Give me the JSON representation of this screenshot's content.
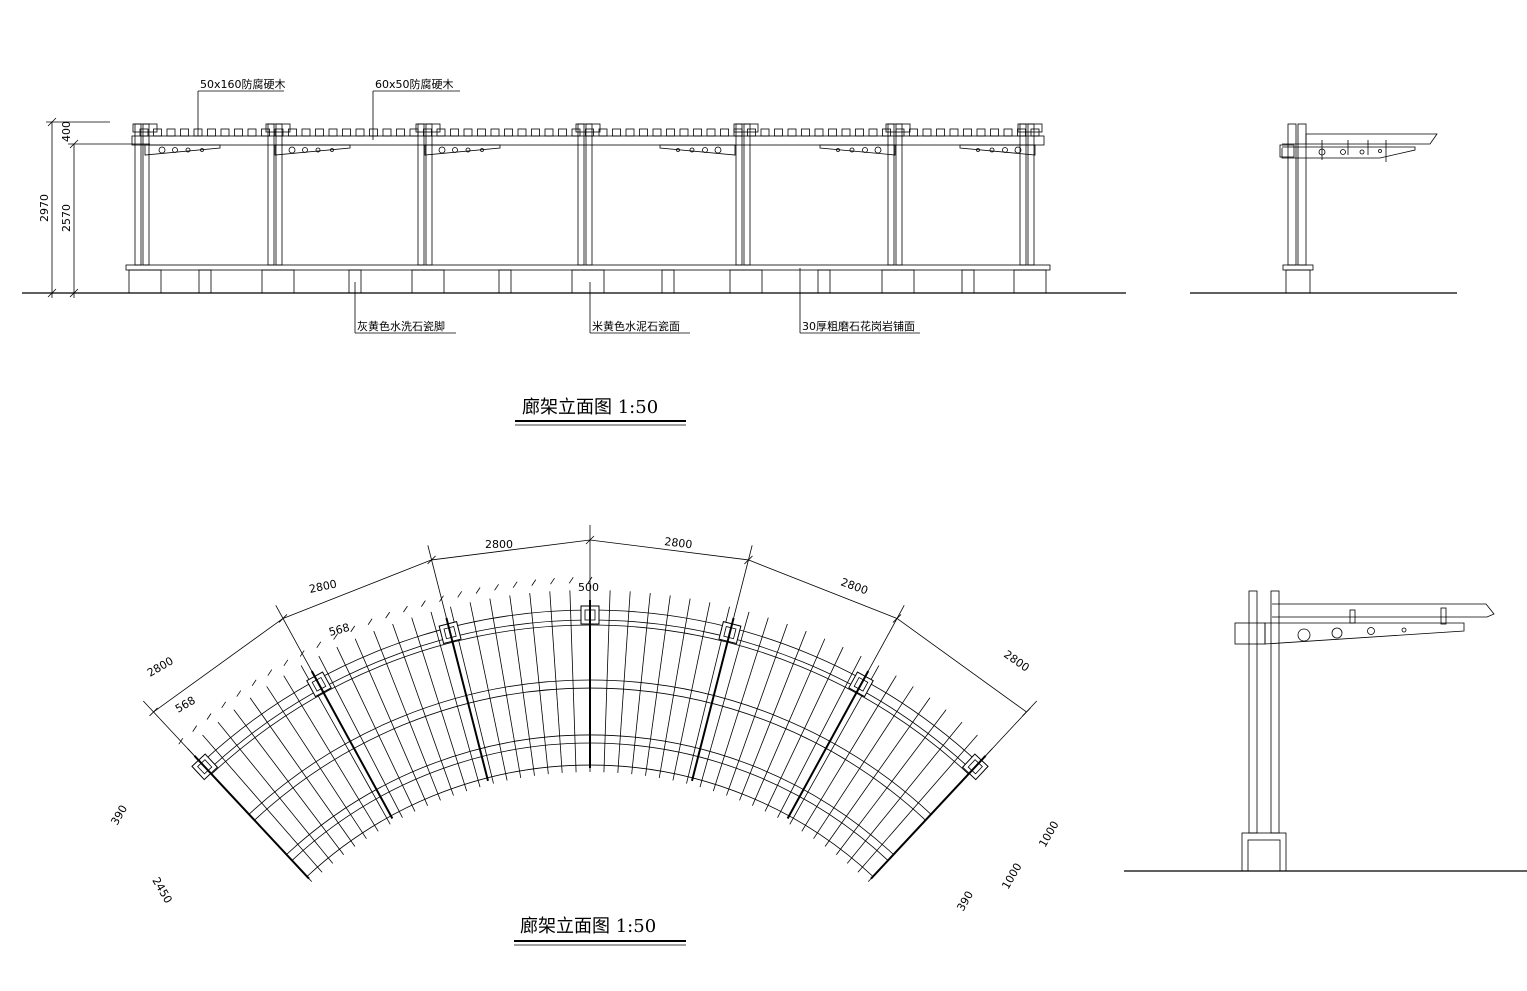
{
  "elevation": {
    "title": "廊架立面图 1:50",
    "labels": {
      "beam": "50x160防腐硬木",
      "rafter": "60x50防腐硬木",
      "footing": "灰黄色水洗石瓷脚",
      "column": "米黄色水泥石瓷面",
      "paving": "30厚粗磨石花岗岩铺面"
    },
    "dims": {
      "total": "2970",
      "upper": "400",
      "lower": "2570"
    }
  },
  "plan": {
    "title": "廊架立面图 1:50",
    "dims": {
      "bay": "2800",
      "post": "500",
      "rafter_spacing": "568",
      "end_len": "2450",
      "w1": "1000",
      "w2": "1000",
      "side1": "390",
      "side2": "390"
    }
  }
}
